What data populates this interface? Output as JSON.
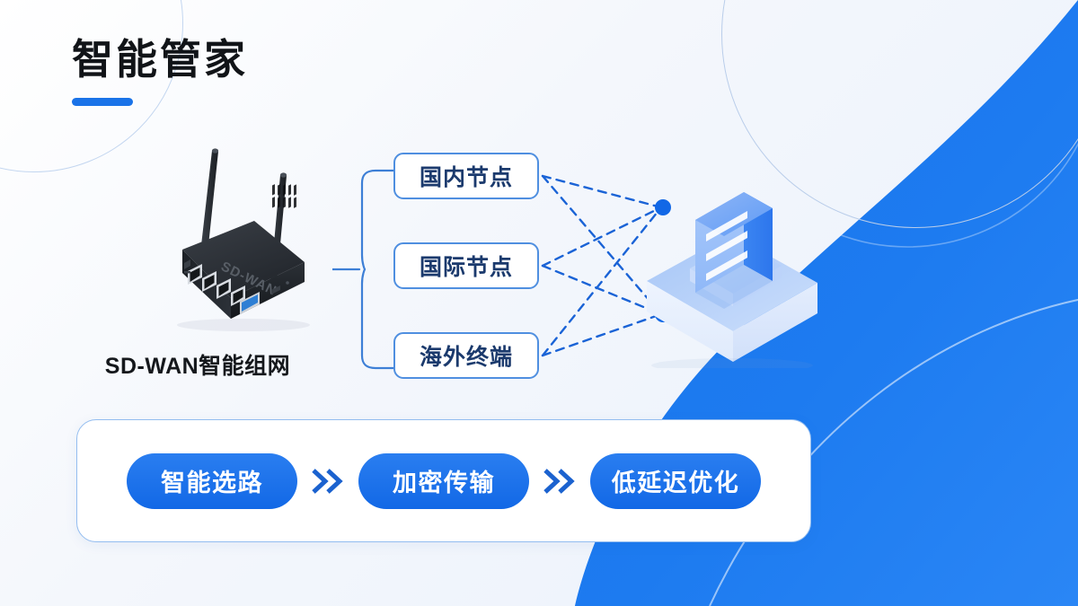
{
  "slide": {
    "title": "智能管家",
    "background_accent": "#1a73e8"
  },
  "device": {
    "name": "sd-wan-router",
    "body_label": "SD-WAN",
    "caption": "SD-WAN智能组网",
    "port_count": 4,
    "usb_port_color": "#2e7fd4",
    "body_color": "#23262b"
  },
  "nodes": [
    {
      "label": "国内节点",
      "border_color": "#4f8fe0",
      "text_color": "#1b3a6d"
    },
    {
      "label": "国际节点",
      "border_color": "#4f8fe0",
      "text_color": "#1b3a6d"
    },
    {
      "label": "海外终端",
      "border_color": "#4f8fe0",
      "text_color": "#1b3a6d"
    }
  ],
  "server": {
    "name": "cloud-server",
    "slot_count": 3,
    "top_color": "#6fa6f5",
    "base_color": "#e8f0fd",
    "endpoint_color": "#1268e6",
    "endpoints": 2
  },
  "links": {
    "style": "dashed",
    "color": "#1a63d6",
    "count": 6
  },
  "flow": {
    "steps": [
      {
        "label": "智能选路"
      },
      {
        "label": "加密传输"
      },
      {
        "label": "低延迟优化"
      }
    ],
    "arrow_glyph": "»",
    "arrow_color": "#1b62cf",
    "pill_color": "#1268e6",
    "panel_border_color": "#93bdf0"
  }
}
